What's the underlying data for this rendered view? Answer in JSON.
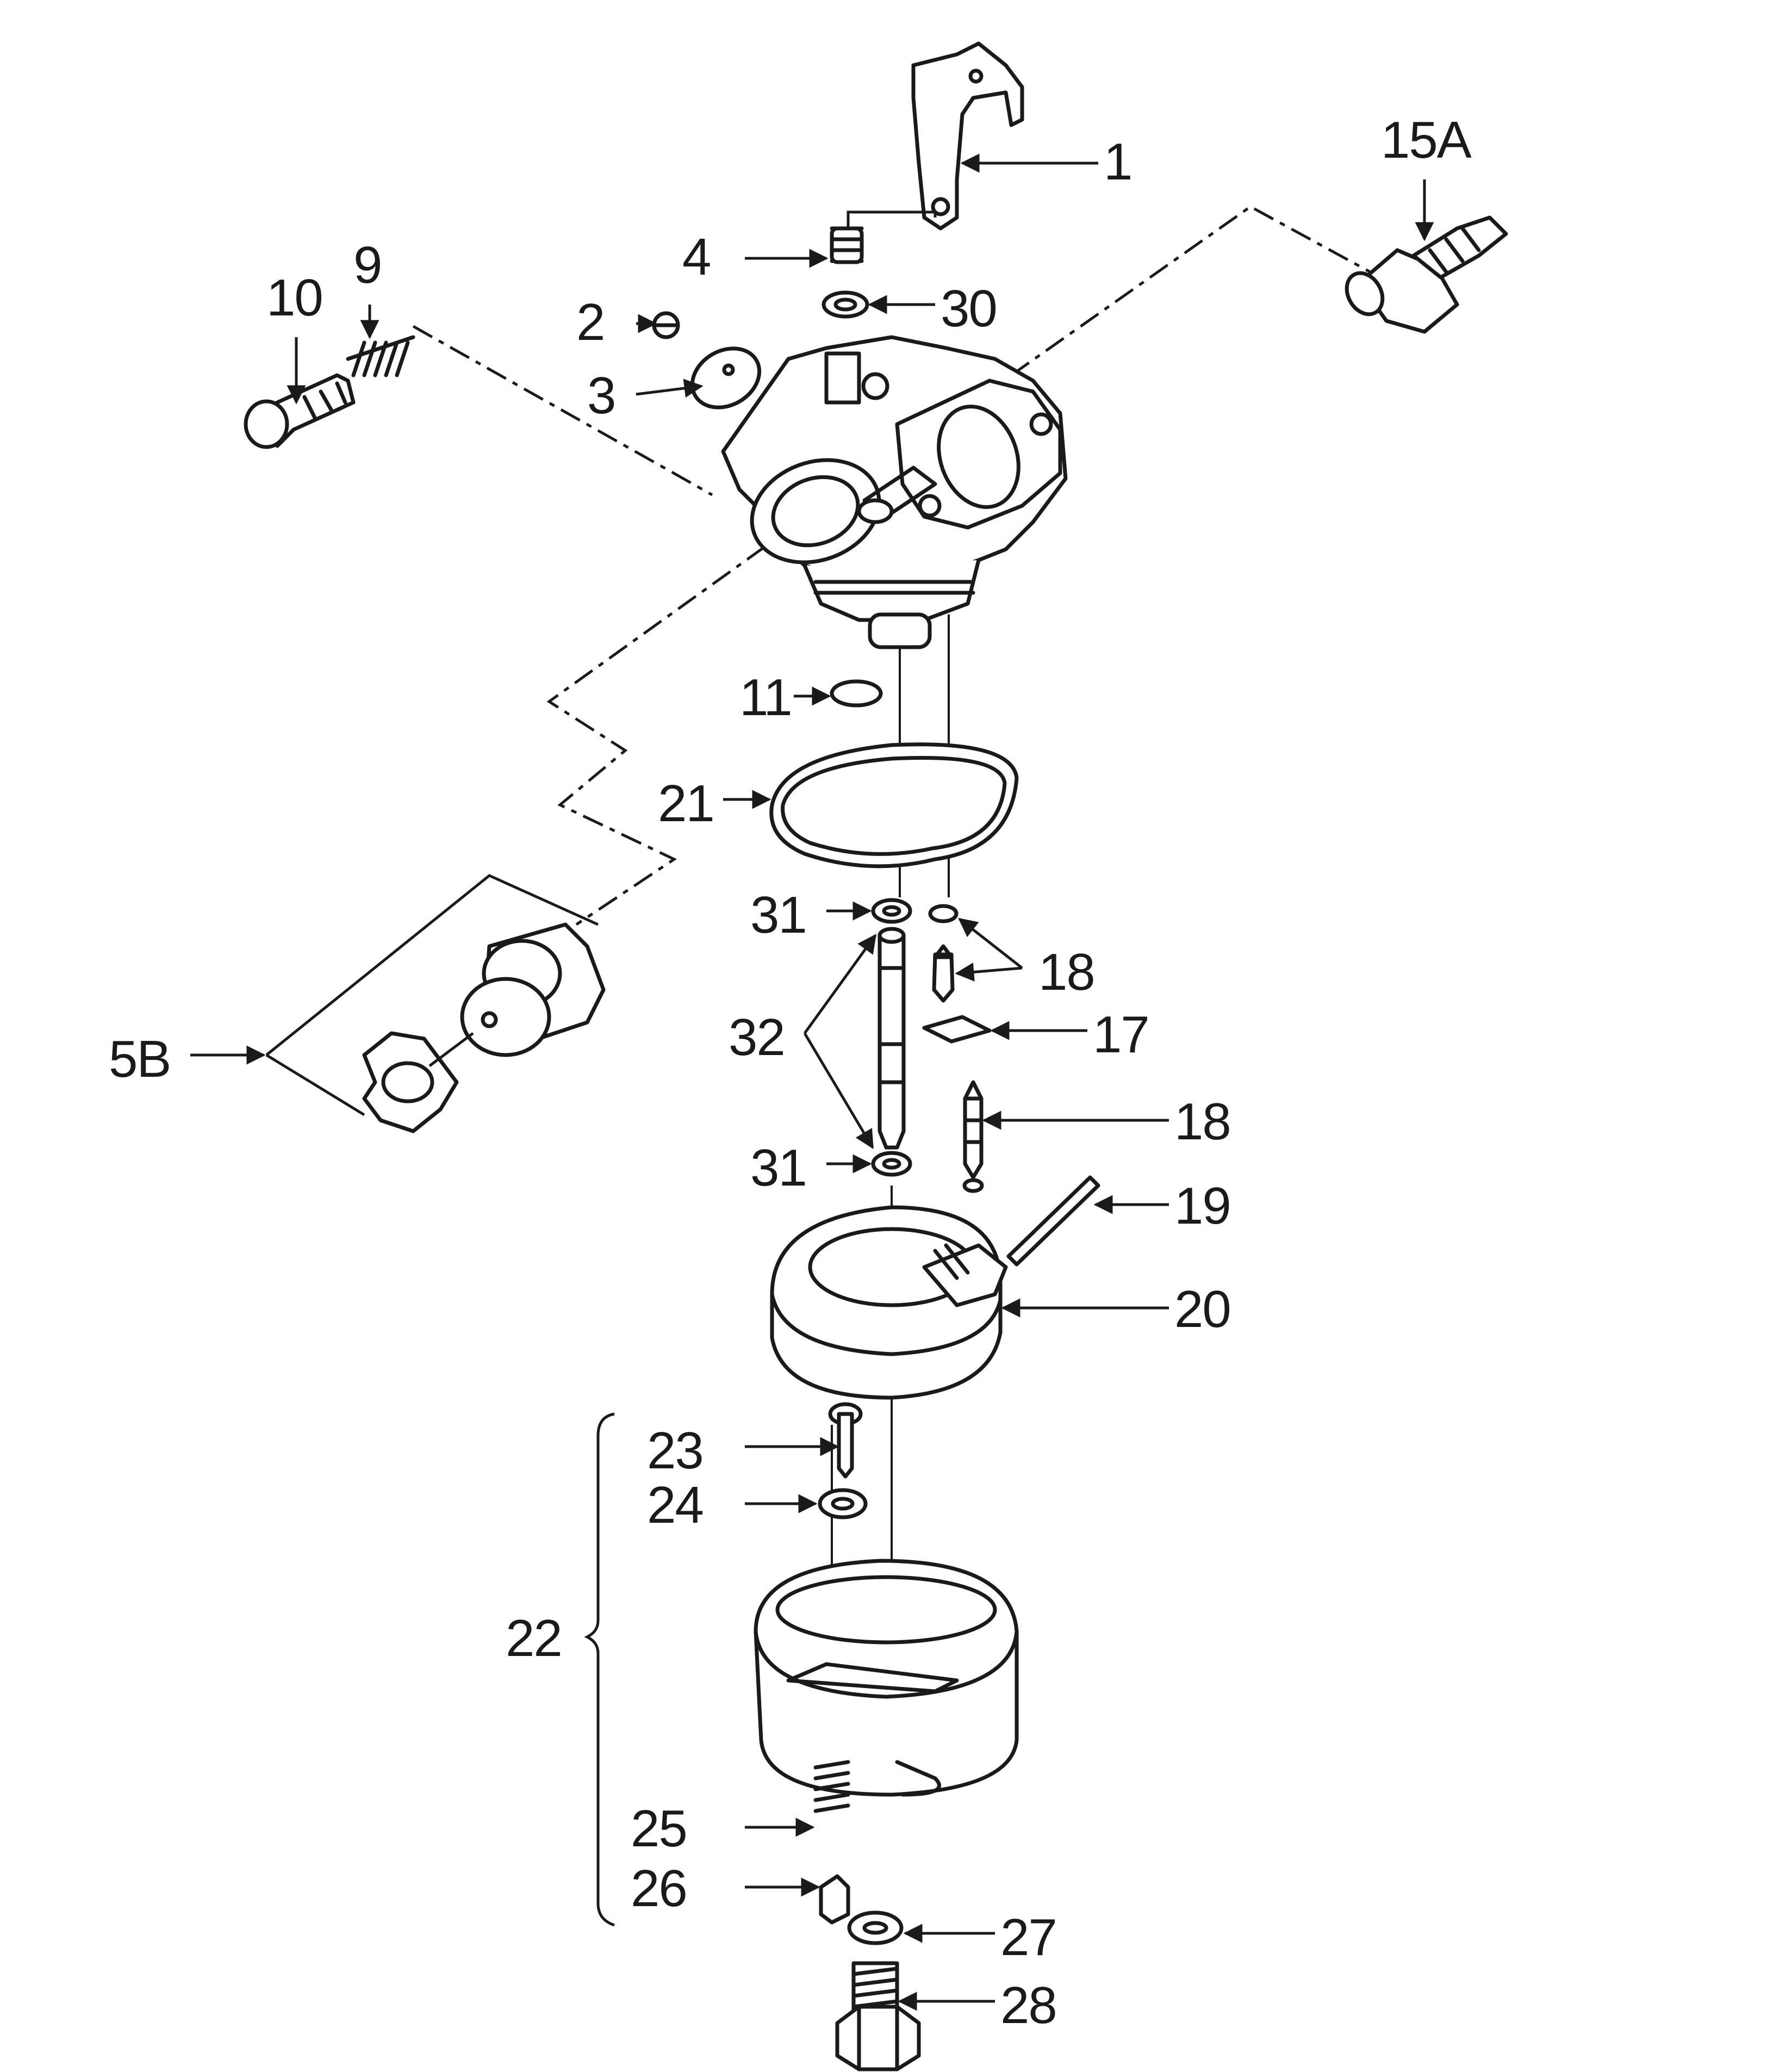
{
  "labels": {
    "p1": "1",
    "p2": "2",
    "p3": "3",
    "p4": "4",
    "p5b": "5B",
    "p9": "9",
    "p10": "10",
    "p11": "11",
    "p15a": "15A",
    "p17": "17",
    "p18a": "18",
    "p18b": "18",
    "p19": "19",
    "p20": "20",
    "p21": "21",
    "p22": "22",
    "p23": "23",
    "p24": "24",
    "p25": "25",
    "p26": "26",
    "p27": "27",
    "p28": "28",
    "p30": "30",
    "p31a": "31",
    "p31b": "31",
    "p32": "32"
  },
  "colors": {
    "ink": "#1a1a1a",
    "paper": "#ffffff"
  }
}
